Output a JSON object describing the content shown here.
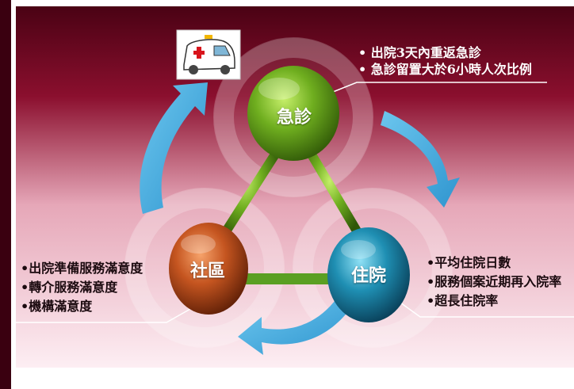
{
  "diagram": {
    "nodes": {
      "emergency": {
        "label": "急診",
        "color": "#5f9a17"
      },
      "community": {
        "label": "社區",
        "color": "#b0461b"
      },
      "inpatient": {
        "label": "住院",
        "color": "#1a7f9c"
      }
    },
    "emergency_indicators": [
      "• 出院3天內重返急診",
      "• 急診留置大於6小時人次比例"
    ],
    "community_indicators": [
      "•出院準備服務滿意度",
      "•轉介服務滿意度",
      "•機構滿意度"
    ],
    "inpatient_indicators": [
      "•平均住院日數",
      "•服務個案近期再入院率",
      "•超長住院率"
    ],
    "colors": {
      "background_top": "#5a0318",
      "background_bottom": "#fde9ef",
      "arrow": "#49aee0",
      "link": "#68b42a"
    }
  }
}
